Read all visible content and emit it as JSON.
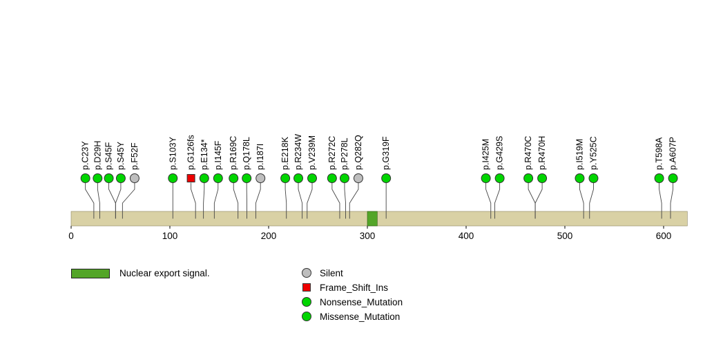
{
  "chart_data": {
    "type": "lollipop",
    "title": "",
    "xlabel": "",
    "ylabel": "",
    "axis": {
      "ticks": [
        0,
        100,
        200,
        300,
        400,
        500,
        600
      ],
      "xlim": [
        0,
        624
      ],
      "grid": false
    },
    "protein_bar": {
      "start": 0,
      "end": 624,
      "color": "#d9d1a5"
    },
    "domains": [
      {
        "name": "Nuclear export signal.",
        "start": 300,
        "end": 310,
        "color": "#53a528"
      }
    ],
    "mutation_types": {
      "Silent": "#bebebe",
      "Frame_Shift_Ins": "#ee0000",
      "Nonsense_Mutation": "#00d500",
      "Missense_Mutation": "#00d500"
    },
    "mutations": [
      {
        "label": "p.C23Y",
        "pos": 23,
        "type": "Missense_Mutation"
      },
      {
        "label": "p.D29H",
        "pos": 29,
        "type": "Missense_Mutation"
      },
      {
        "label": "p.S45F",
        "pos": 45,
        "type": "Missense_Mutation"
      },
      {
        "label": "p.S45Y",
        "pos": 45,
        "type": "Missense_Mutation"
      },
      {
        "label": "p.F52F",
        "pos": 52,
        "type": "Silent"
      },
      {
        "label": "p.S103Y",
        "pos": 103,
        "type": "Missense_Mutation"
      },
      {
        "label": "p.G126fs",
        "pos": 126,
        "type": "Frame_Shift_Ins"
      },
      {
        "label": "p.E134*",
        "pos": 134,
        "type": "Nonsense_Mutation"
      },
      {
        "label": "p.I145F",
        "pos": 145,
        "type": "Missense_Mutation"
      },
      {
        "label": "p.R169C",
        "pos": 169,
        "type": "Missense_Mutation"
      },
      {
        "label": "p.Q178L",
        "pos": 178,
        "type": "Missense_Mutation"
      },
      {
        "label": "p.I187I",
        "pos": 187,
        "type": "Silent"
      },
      {
        "label": "p.E218K",
        "pos": 218,
        "type": "Missense_Mutation"
      },
      {
        "label": "p.R234W",
        "pos": 234,
        "type": "Missense_Mutation"
      },
      {
        "label": "p.V239M",
        "pos": 239,
        "type": "Missense_Mutation"
      },
      {
        "label": "p.R272C",
        "pos": 272,
        "type": "Missense_Mutation"
      },
      {
        "label": "p.P278L",
        "pos": 278,
        "type": "Missense_Mutation"
      },
      {
        "label": "p.Q282Q",
        "pos": 282,
        "type": "Silent"
      },
      {
        "label": "p.G319F",
        "pos": 319,
        "type": "Missense_Mutation"
      },
      {
        "label": "p.I425M",
        "pos": 425,
        "type": "Missense_Mutation"
      },
      {
        "label": "p.G429S",
        "pos": 429,
        "type": "Missense_Mutation"
      },
      {
        "label": "p.R470C",
        "pos": 470,
        "type": "Missense_Mutation"
      },
      {
        "label": "p.R470H",
        "pos": 470,
        "type": "Missense_Mutation"
      },
      {
        "label": "p.I519M",
        "pos": 519,
        "type": "Missense_Mutation"
      },
      {
        "label": "p.Y525C",
        "pos": 525,
        "type": "Missense_Mutation"
      },
      {
        "label": "p.T598A",
        "pos": 598,
        "type": "Missense_Mutation"
      },
      {
        "label": "p.A607P",
        "pos": 607,
        "type": "Missense_Mutation"
      }
    ],
    "legend": {
      "domain_label": "Nuclear export signal.",
      "marker_items": [
        {
          "label": "Silent",
          "shape": "circle",
          "color": "#bebebe"
        },
        {
          "label": "Frame_Shift_Ins",
          "shape": "square",
          "color": "#ee0000"
        },
        {
          "label": "Nonsense_Mutation",
          "shape": "circle",
          "color": "#00d500"
        },
        {
          "label": "Missense_Mutation",
          "shape": "circle",
          "color": "#00d500"
        }
      ]
    }
  }
}
